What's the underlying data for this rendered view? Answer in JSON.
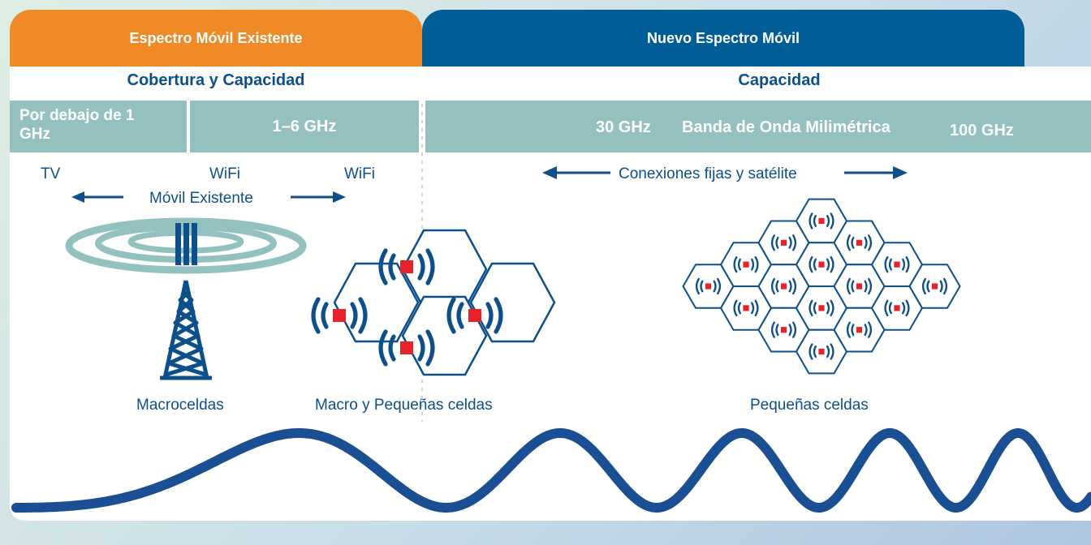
{
  "tabs": {
    "existing": "Espectro Móvil Existente",
    "new": "Nuevo Espectro Móvil"
  },
  "subheaders": {
    "coverage": "Cobertura y Capacidad",
    "capacity": "Capacidad"
  },
  "bands": {
    "below1": "Por debajo de 1 GHz",
    "mid": "1–6 GHz",
    "mm_start": "30 GHz",
    "mm_label": "Banda de Onda Milimétrica",
    "mm_end": "100 GHz"
  },
  "labels": {
    "tv": "TV",
    "wifi1": "WiFi",
    "wifi2": "WiFi",
    "mobile_existing": "Móvil Existente",
    "fixed_sat": "Conexiones fijas y satélite",
    "macro": "Macroceldas",
    "macro_small": "Macro y Pequeñas celdas",
    "small": "Pequeñas celdas"
  },
  "colors": {
    "orange": "#f08a26",
    "navy": "#005d96",
    "teal": "#94c1bf",
    "dark_blue": "#0d4f8a",
    "wave": "#1a4f94",
    "red": "#e8222b"
  }
}
